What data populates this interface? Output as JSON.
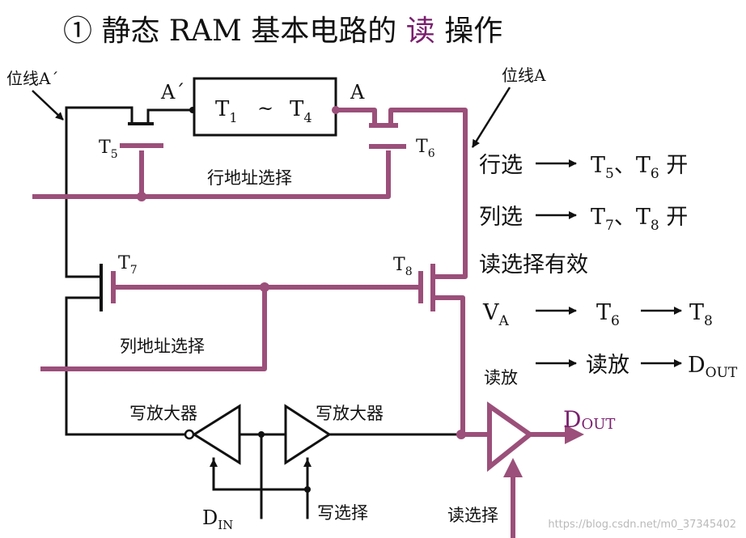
{
  "title": {
    "prefix": "① 静态 RAM 基本电路的 ",
    "highlight": "读",
    "suffix": " 操作"
  },
  "labels": {
    "bitline_a_prime": "位线A´",
    "bitline_a": "位线A",
    "node_a_prime": "A´",
    "node_a": "A",
    "cell_t1": "T",
    "cell_t1_sub": "1",
    "cell_tilde": "~",
    "cell_t4": "T",
    "cell_t4_sub": "4",
    "t5": "T",
    "t5_sub": "5",
    "t6": "T",
    "t6_sub": "6",
    "t7": "T",
    "t7_sub": "7",
    "t8": "T",
    "t8_sub": "8",
    "row_select": "行地址选择",
    "col_select": "列地址选择",
    "write_amp_left": "写放大器",
    "write_amp_right": "写放大器",
    "din": "D",
    "din_sub": "IN",
    "write_select": "写选择",
    "read_amp": "读放",
    "read_select": "读选择",
    "dout": "D",
    "dout_sub": "OUT"
  },
  "notes": {
    "line1": {
      "head": "行选",
      "t_a": "T",
      "t_a_sub": "5",
      "sep": "、",
      "t_b": "T",
      "t_b_sub": "6",
      "tail": " 开"
    },
    "line2": {
      "head": "列选",
      "t_a": "T",
      "t_a_sub": "7",
      "sep": "、",
      "t_b": "T",
      "t_b_sub": "8",
      "tail": " 开"
    },
    "line3": {
      "text": "读选择有效"
    },
    "line4": {
      "a": "V",
      "a_sub": "A",
      "b": "T",
      "b_sub": "6",
      "c": "T",
      "c_sub": "8"
    },
    "line5": {
      "a": "读放",
      "b": "D",
      "b_sub": "OUT"
    }
  },
  "watermark": "https://blog.csdn.net/m0_37345402",
  "colors": {
    "accent": "#9b4f7a",
    "accent_text": "#7a1f6e",
    "wire": "#111111"
  }
}
